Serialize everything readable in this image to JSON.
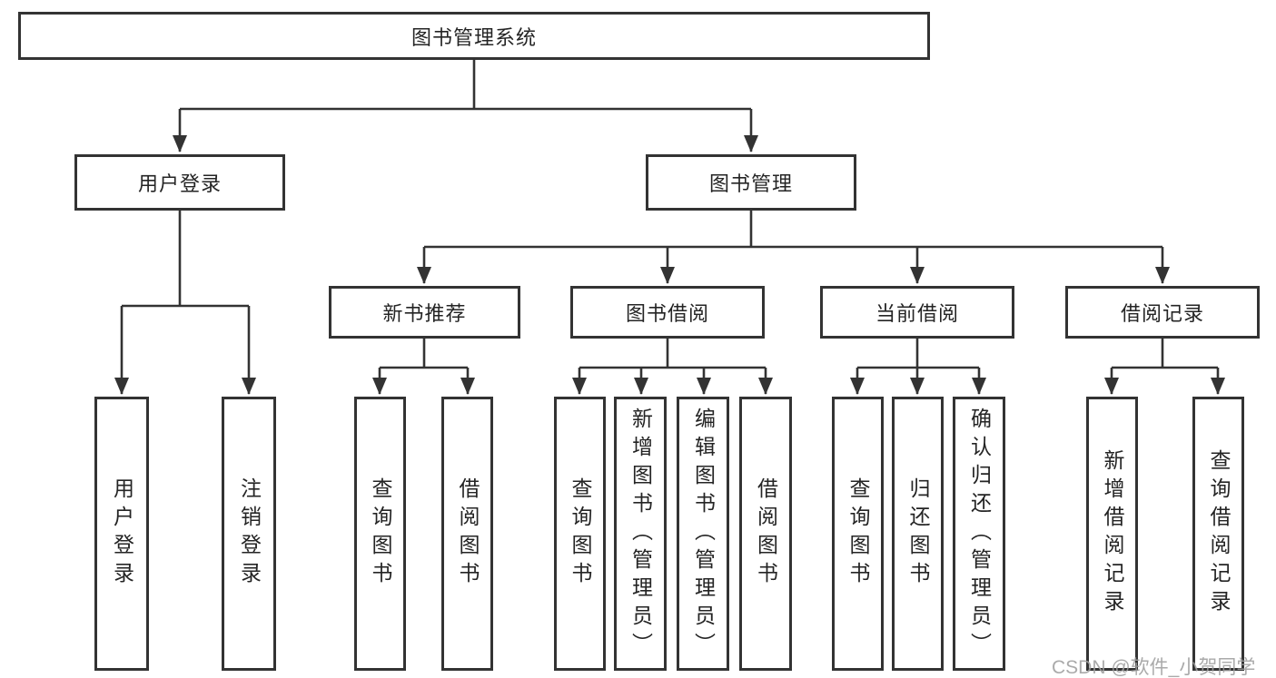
{
  "nodes": {
    "root": "图书管理系统",
    "user_login": "用户登录",
    "book_management": "图书管理",
    "new_book_recommend": "新书推荐",
    "book_borrow": "图书借阅",
    "current_borrow": "当前借阅",
    "borrow_records": "借阅记录"
  },
  "leaves": {
    "user_login": "用户登录",
    "logout": "注销登录",
    "recommend_query_book": "查询图书",
    "recommend_borrow_book": "借阅图书",
    "borrow_query_book": "查询图书",
    "borrow_add_book_admin": "新增图书（管理员）",
    "borrow_edit_book_admin": "编辑图书（管理员）",
    "borrow_borrow_book": "借阅图书",
    "current_query_book": "查询图书",
    "current_return_book": "归还图书",
    "current_confirm_return_admin": "确认归还（管理员）",
    "records_add_record": "新增借阅记录",
    "records_query_record": "查询借阅记录"
  },
  "watermark": {
    "text": "CSDN @软件_小贺同学",
    "color": "#9e9e9e"
  },
  "colors": {
    "line": "#333333",
    "box_border": "#333333",
    "box_fill": "#ffffff",
    "background": "#ffffff",
    "text": "#242424"
  }
}
